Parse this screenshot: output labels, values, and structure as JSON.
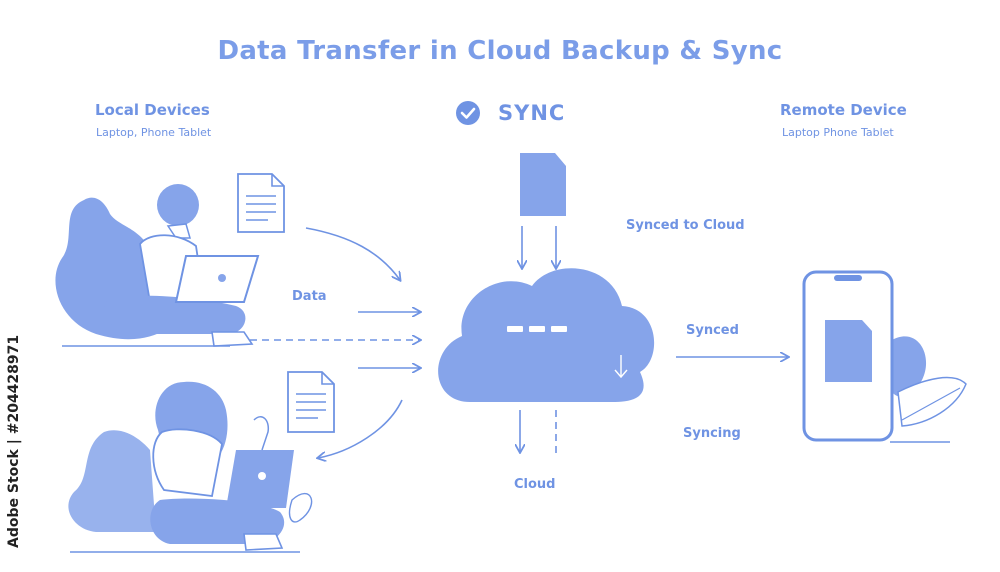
{
  "title": "Data Transfer in Cloud Backup & Sync",
  "local": {
    "heading": "Local Devices",
    "sub": "Laptop, Phone  Tablet"
  },
  "remote": {
    "heading": "Remote Device",
    "sub": "Laptop  Phone  Tablet"
  },
  "sync": {
    "label": "SYNC"
  },
  "labels": {
    "data": "Data",
    "synced_to_cloud": "Synced to Cloud",
    "synced": "Synced",
    "syncing": "Syncing",
    "cloud": "Cloud"
  },
  "watermark": "Adobe Stock | #204428971",
  "colors": {
    "accent": "#7b9de8",
    "fill": "#86a4ea",
    "line": "#6f93e3"
  }
}
